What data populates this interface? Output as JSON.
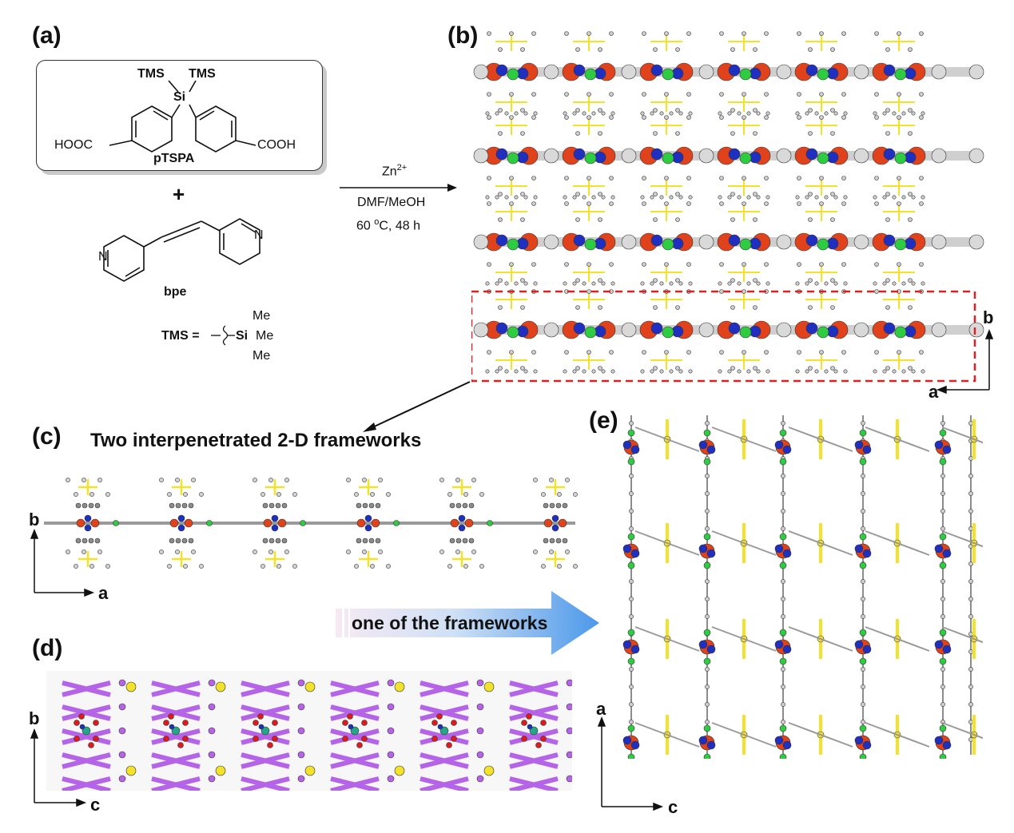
{
  "panels": {
    "a": "(a)",
    "b": "(b)",
    "c": "(c)",
    "d": "(d)",
    "e": "(e)"
  },
  "scheme": {
    "tms_left": "TMS",
    "tms_right": "TMS",
    "si": "Si",
    "hooc": "HOOC",
    "cooh": "COOH",
    "ligand_name": "pTSPA",
    "plus": "+",
    "n_left": "N",
    "n_right": "N",
    "bpe_name": "bpe",
    "tms_def_label": "TMS =",
    "tms_def_si": "Si",
    "tms_def_me_top": "Me",
    "tms_def_me_right": "Me",
    "tms_def_me_bottom": "Me"
  },
  "reaction": {
    "reagent": "Zn",
    "reagent_charge": "2+",
    "solvent": "DMF/MeOH",
    "temperature": "60 ",
    "temperature_unit": "o",
    "temperature_tail": "C, 48 h"
  },
  "panel_c": {
    "title": "Two interpenetrated 2-D frameworks",
    "axis_vertical": "b",
    "axis_horizontal": "a"
  },
  "panel_b": {
    "axis_vertical": "b",
    "axis_horizontal": "a"
  },
  "panel_d": {
    "axis_vertical": "b",
    "axis_horizontal": "c"
  },
  "panel_e": {
    "axis_vertical": "a",
    "axis_horizontal": "c"
  },
  "big_arrow_label": "one of the frameworks",
  "colors": {
    "oxygen": "#e0431c",
    "nitrogen": "#1f2fbf",
    "zinc": "#2ecc40",
    "carbon": "#bdbdbd",
    "silicon": "#f2e22a",
    "framework_purple": "#b564e8",
    "highlight_box": "#e02020",
    "arrow_blue": "#5aa6ee"
  }
}
